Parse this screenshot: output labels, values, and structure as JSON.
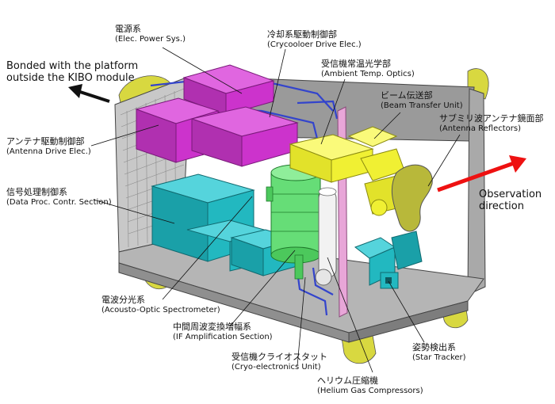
{
  "labels": {
    "power": {
      "jp": "電源系",
      "en": "(Elec. Power Sys.)"
    },
    "cryo_drive": {
      "jp": "冷却系駆動制御部",
      "en": "(Crycooloer Drive Elec.)"
    },
    "ambient": {
      "jp": "受信機常温光学部",
      "en": "(Ambient Temp. Optics)"
    },
    "beam": {
      "jp": "ビーム伝送部",
      "en": "(Beam Transfer Unit)"
    },
    "reflector": {
      "jp": "サブミリ波アンテナ鏡面部",
      "en": "(Antenna Reflectors)"
    },
    "antenna_drive": {
      "jp": "アンテナ駆動制御部",
      "en": "(Antenna Drive Elec.)"
    },
    "data_proc": {
      "jp": "信号処理制御系",
      "en": "(Data Proc. Contr. Section)"
    },
    "aos": {
      "jp": "電波分光系",
      "en": "(Acousto-Optic Spectrometer)"
    },
    "if_amp": {
      "jp": "中間周波変換増幅系",
      "en": "(IF Amplification Section)"
    },
    "cryo_unit": {
      "jp": "受信機クライオスタット",
      "en": "(Cryo-electronics Unit)"
    },
    "helium": {
      "jp": "ヘリウム圧縮機",
      "en": "(Helium Gas Compressors)"
    },
    "star": {
      "jp": "姿勢検出系",
      "en": "(Star Tracker)"
    }
  },
  "annotations": {
    "bonded_line1": "Bonded with the platform",
    "bonded_line2": "outside the KIBO module",
    "obs_line1": "Observation",
    "obs_line2": "direction"
  },
  "colors": {
    "magenta": "#cc33cc",
    "cyan": "#22b8c0",
    "green": "#66dd77",
    "yellow": "#f0f033",
    "olive": "#d8d840",
    "gray": "#b8b8b8",
    "pipe": "#3344cc",
    "arrow_red": "#ee1111"
  }
}
